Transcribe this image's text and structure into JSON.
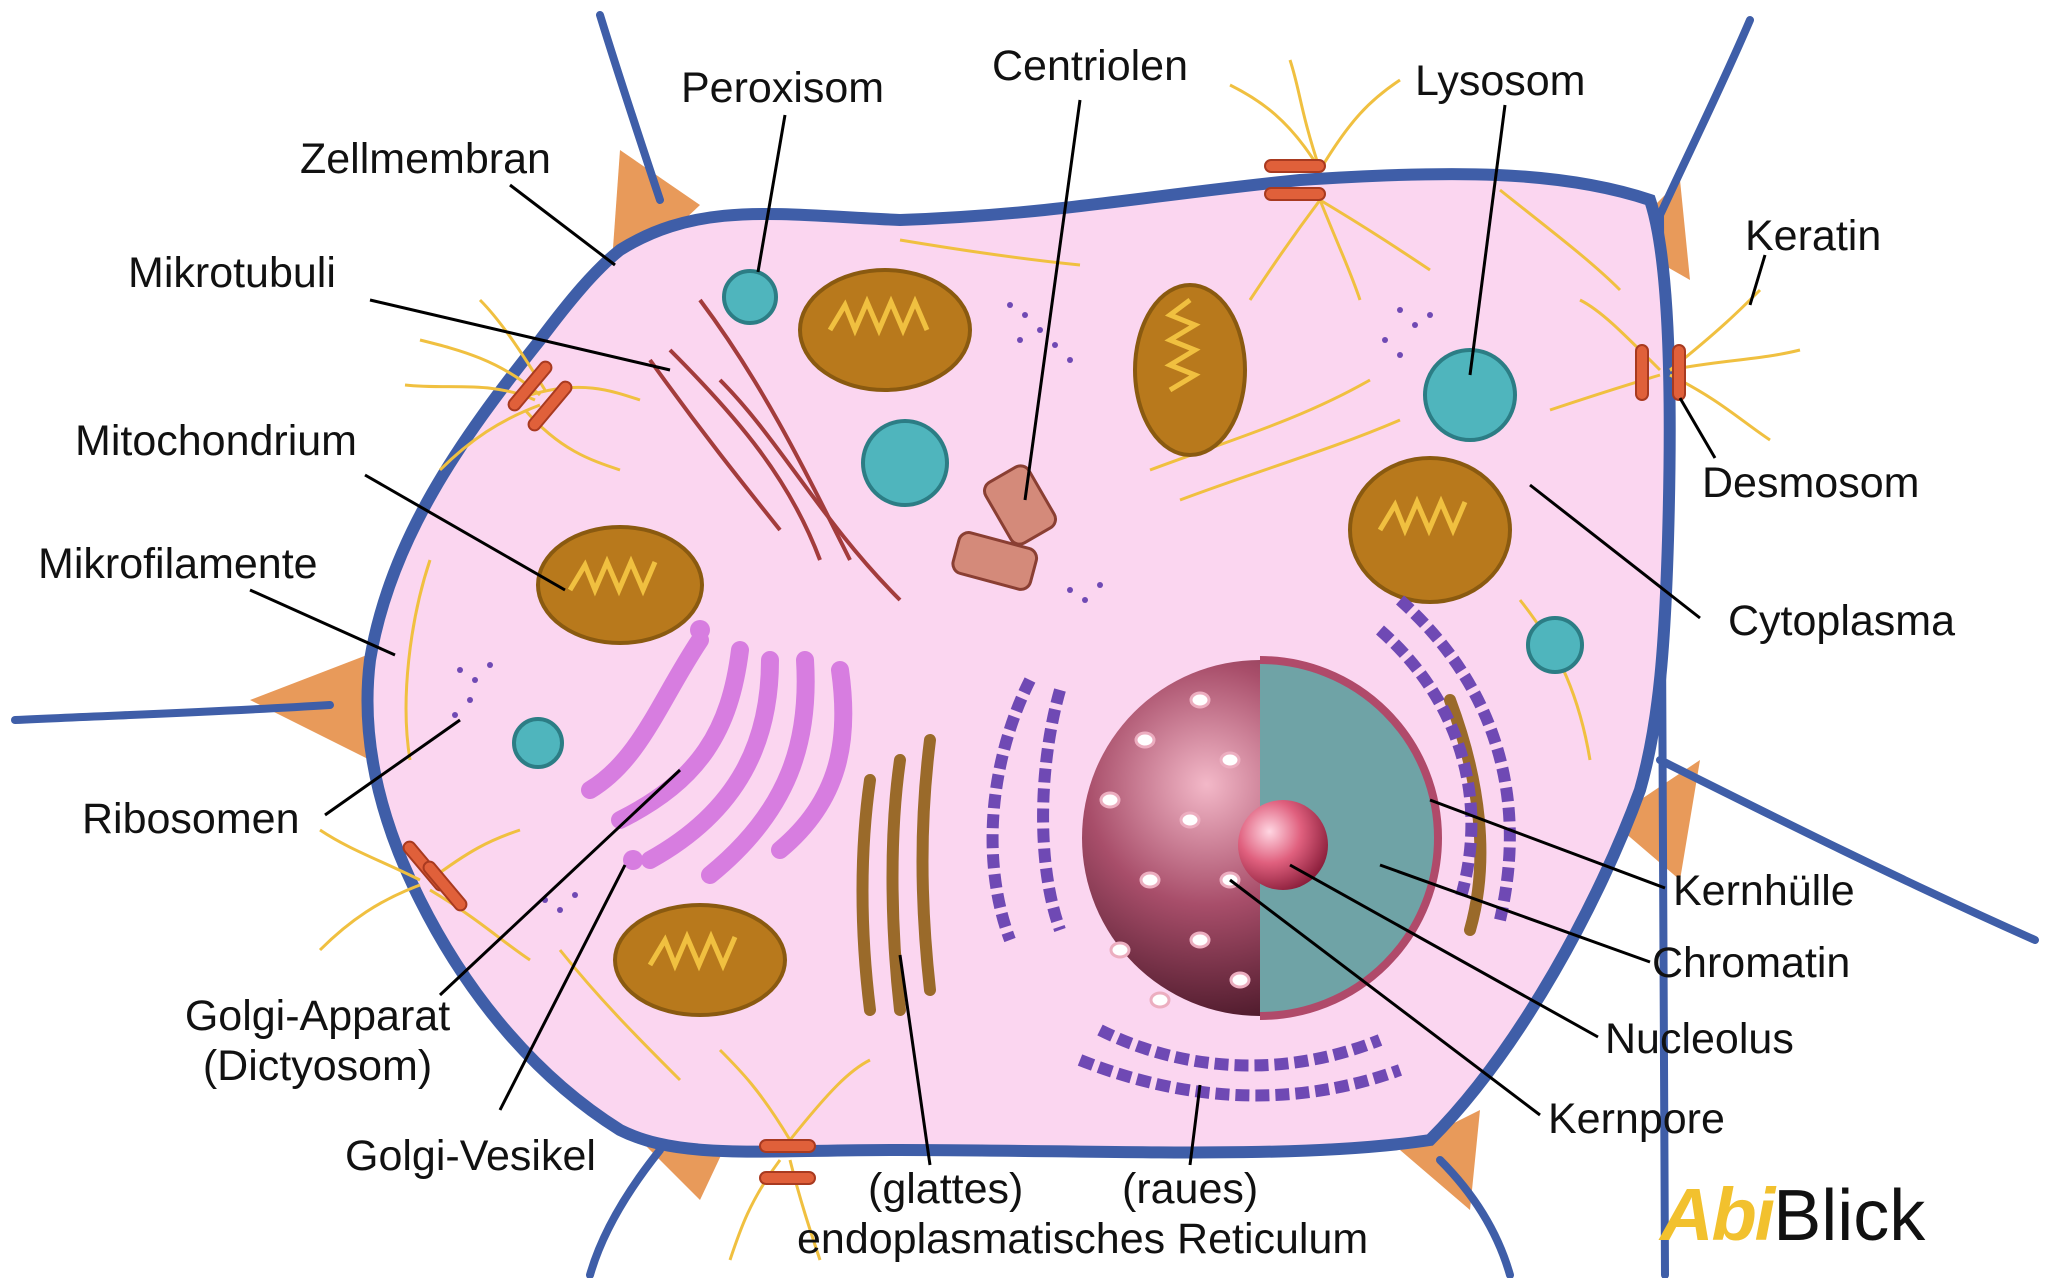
{
  "labels": {
    "zellmembran": "Zellmembran",
    "mikrotubuli": "Mikrotubuli",
    "mitochondrium": "Mitochondrium",
    "mikrofilamente": "Mikrofilamente",
    "ribosomen": "Ribosomen",
    "golgi_apparat_1": "Golgi-Apparat",
    "golgi_apparat_2": "(Dictyosom)",
    "golgi_vesikel": "Golgi-Vesikel",
    "glattes": "(glattes)",
    "raues": "(raues)",
    "er": "endoplasmatisches Reticulum",
    "peroxisom": "Peroxisom",
    "centriolen": "Centriolen",
    "lysosom": "Lysosom",
    "keratin": "Keratin",
    "desmosom": "Desmosom",
    "cytoplasma": "Cytoplasma",
    "kernhuelle": "Kernhülle",
    "chromatin": "Chromatin",
    "nucleolus": "Nucleolus",
    "kernpore": "Kernpore"
  },
  "logo": {
    "part1": "Abi",
    "part2": "Blick"
  },
  "colors": {
    "cytoplasm": "#fbd6f0",
    "membrane": "#3f5ea8",
    "extracellular": "#e89a5a",
    "mitochondrion": "#b8791c",
    "peroxisome": "#4fb5bd",
    "golgi": "#d77de0",
    "rough_er": "#6f49b4",
    "smooth_er": "#9a6a2a",
    "nucleus": "#9b3f5a",
    "chromatin": "#6fa3a6",
    "keratin": "#f0c040",
    "desmosome": "#e0603a",
    "microtubule": "#a33c3c"
  }
}
